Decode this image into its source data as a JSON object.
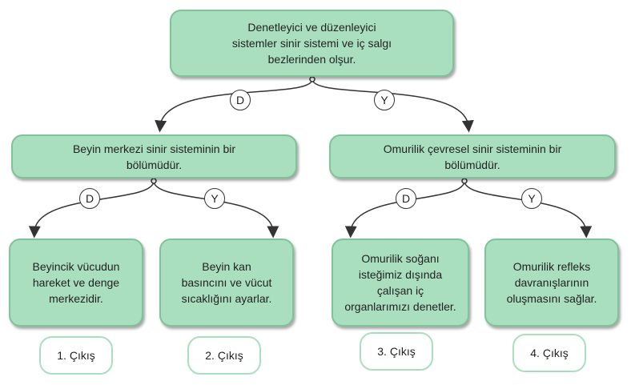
{
  "root": {
    "text": "Denetleyici ve düzenleyici\nsistemler sinir sistemi ve iç salgı\nbezlerinden olşur."
  },
  "left": {
    "text": "Beyin merkezi sinir sisteminin bir\nbölümüdür."
  },
  "right": {
    "text": "Omurilik çevresel sinir sisteminin  bir\nbölümüdür."
  },
  "leaves": [
    {
      "text": "Beyincik vücudun\nhareket ve denge\nmerkezidir."
    },
    {
      "text": "Beyin kan\nbasıncını ve vücut\nsıcaklığını ayarlar."
    },
    {
      "text": "Omurilik soğanı\nisteğimiz dışında\nçalışan iç\norganlarımızı denetler."
    },
    {
      "text": "Omurilik refleks\ndavranışlarının\noluşmasını sağlar."
    }
  ],
  "exits": [
    "1. Çıkış",
    "2. Çıkış",
    "3. Çıkış",
    "4. Çıkış"
  ],
  "branch_labels": {
    "true": "D",
    "false": "Y"
  },
  "colors": {
    "box_fill": "#a9dfbf",
    "box_border": "#7fc398",
    "line": "#333333"
  }
}
